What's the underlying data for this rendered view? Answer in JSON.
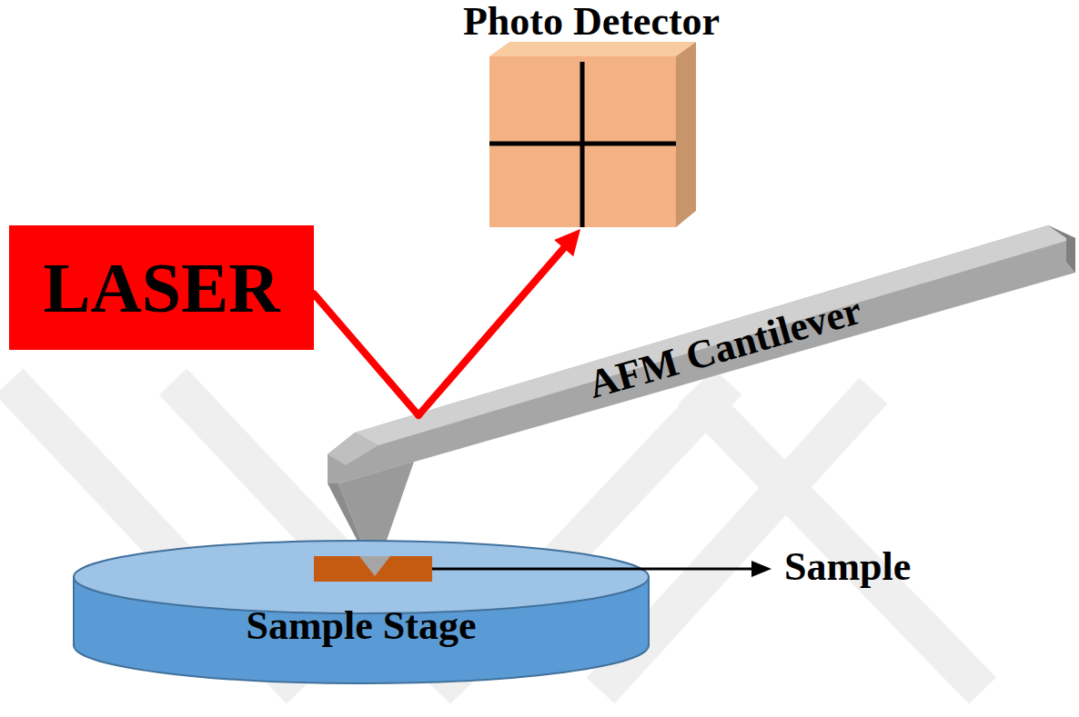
{
  "diagram": {
    "nodes": [
      {
        "text": [
          "Photo Detector"
        ]
      },
      {
        "text": [
          "LASER"
        ]
      },
      {
        "text": [
          "AFM Cantilever"
        ]
      },
      {
        "text": [
          "Sample Stage"
        ]
      }
    ],
    "edges": [
      {
        "from": 1,
        "to": 2,
        "arrow": "none"
      },
      {
        "from": 2,
        "to": 0,
        "arrow": "to"
      }
    ],
    "labels": [
      "Sample"
    ]
  }
}
